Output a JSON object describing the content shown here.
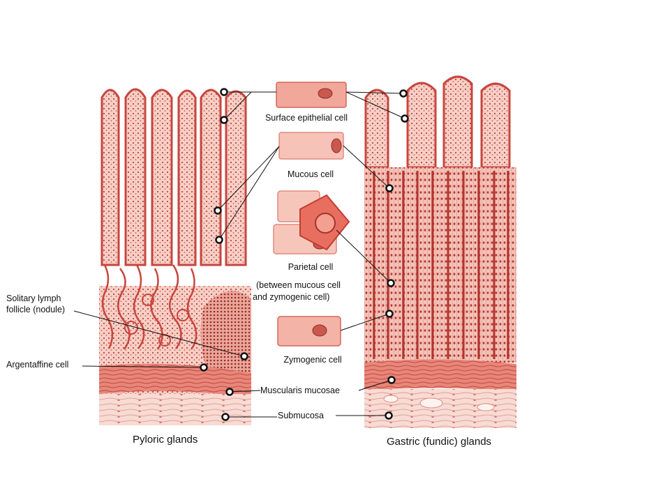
{
  "labels": {
    "surface_epithelial_cell": "Surface epithelial cell",
    "mucous_cell": "Mucous cell",
    "parietal_cell": "Parietal cell",
    "parietal_note_1": "(between mucous cell",
    "parietal_note_2": "and zymogenic cell)",
    "zymogenic_cell": "Zymogenic cell",
    "solitary_lymph_1": "Solitary lymph",
    "solitary_lymph_2": "follicle (nodule)",
    "argentaffine_cell": "Argentaffine cell",
    "muscularis_mucosae": "Muscularis mucosae",
    "submucosa": "Submucosa"
  },
  "captions": {
    "left": "Pyloric glands",
    "right": "Gastric (fundic) glands"
  },
  "colors": {
    "tissue_fill": "#f5cbc2",
    "tissue_stroke": "#c8453e",
    "nuclei": "#b3332d",
    "muscle": "#e27d70",
    "submucosa": "#f6d6cf",
    "marker": "#111111"
  }
}
